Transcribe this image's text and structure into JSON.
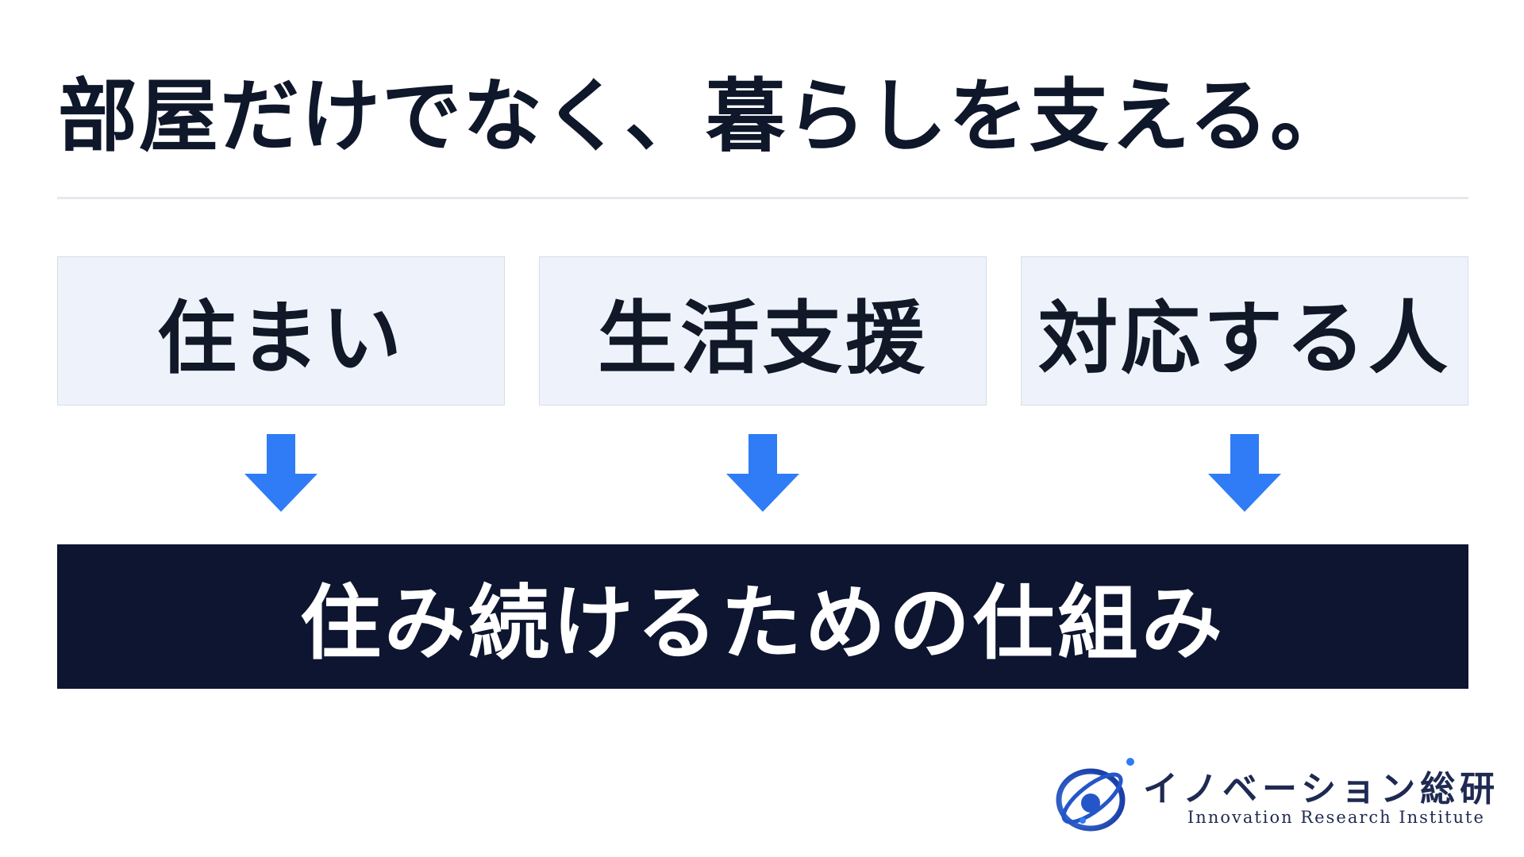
{
  "title": "部屋だけでなく、暮らしを支える。",
  "pillars": [
    {
      "label": "住まい"
    },
    {
      "label": "生活支援"
    },
    {
      "label": "対応する人"
    }
  ],
  "result": {
    "label": "住み続けるための仕組み"
  },
  "logo": {
    "name_ja": "イノベーション総研",
    "name_en": "Innovation Research Institute"
  },
  "colors": {
    "text": "#0f172a",
    "box_bg": "#eef3fb",
    "arrow": "#2f7cf6",
    "banner_bg": "#0d1530",
    "banner_text": "#ffffff",
    "logo_blue": "#2456c9"
  },
  "icons": {
    "arrow": "arrow-down-icon",
    "logo": "orbit-logo-icon"
  }
}
